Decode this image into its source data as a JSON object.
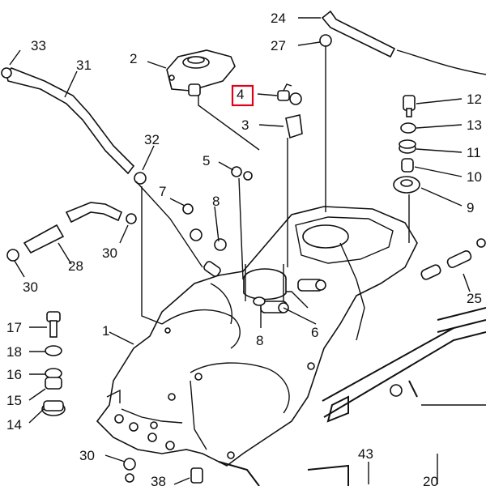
{
  "labels": {
    "p1": "1",
    "p2": "2",
    "p3": "3",
    "p4": "4",
    "p5": "5",
    "p6": "6",
    "p7": "7",
    "p8a": "8",
    "p8b": "8",
    "p9": "9",
    "p10": "10",
    "p11": "11",
    "p12": "12",
    "p13": "13",
    "p14": "14",
    "p15": "15",
    "p16": "16",
    "p17": "17",
    "p18": "18",
    "p20": "20",
    "p24": "24",
    "p25": "25",
    "p27": "27",
    "p28": "28",
    "p30a": "30",
    "p30b": "30",
    "p30c": "30",
    "p31": "31",
    "p32": "32",
    "p33": "33",
    "p38": "38",
    "p43": "43"
  },
  "highlight": {
    "label": "4",
    "color": "#e0001a"
  }
}
